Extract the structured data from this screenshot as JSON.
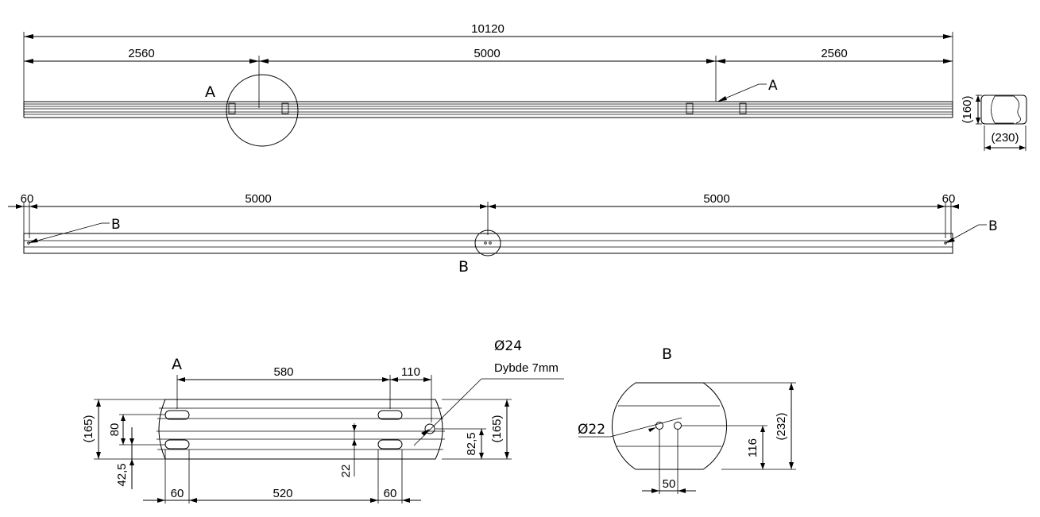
{
  "top_view": {
    "overall_length": "10120",
    "left_offset": "2560",
    "middle_span": "5000",
    "right_offset": "2560",
    "detail_label_left": "A",
    "detail_label_right": "A",
    "height_ref": "(160)",
    "width_ref": "(230)"
  },
  "side_view": {
    "left_end": "60",
    "span_left": "5000",
    "span_right": "5000",
    "right_end": "60",
    "leader_left": "B",
    "leader_right": "B",
    "detail_label": "B"
  },
  "detail_a": {
    "title": "A",
    "slot_spacing": "580",
    "slot_length": "110",
    "hole_diameter": "Ø24",
    "hole_depth": "Dybde 7mm",
    "height_left": "(165)",
    "slot_vertical": "80",
    "slot_offset": "42,5",
    "center_offset": "82,5",
    "height_right": "(165)",
    "groove_depth": "22",
    "end_left": "60",
    "slot_span": "520",
    "end_right": "60"
  },
  "detail_b": {
    "title": "B",
    "hole_diameter": "Ø22",
    "hole_height": "116",
    "overall_height": "(232)",
    "hole_spacing": "50"
  }
}
